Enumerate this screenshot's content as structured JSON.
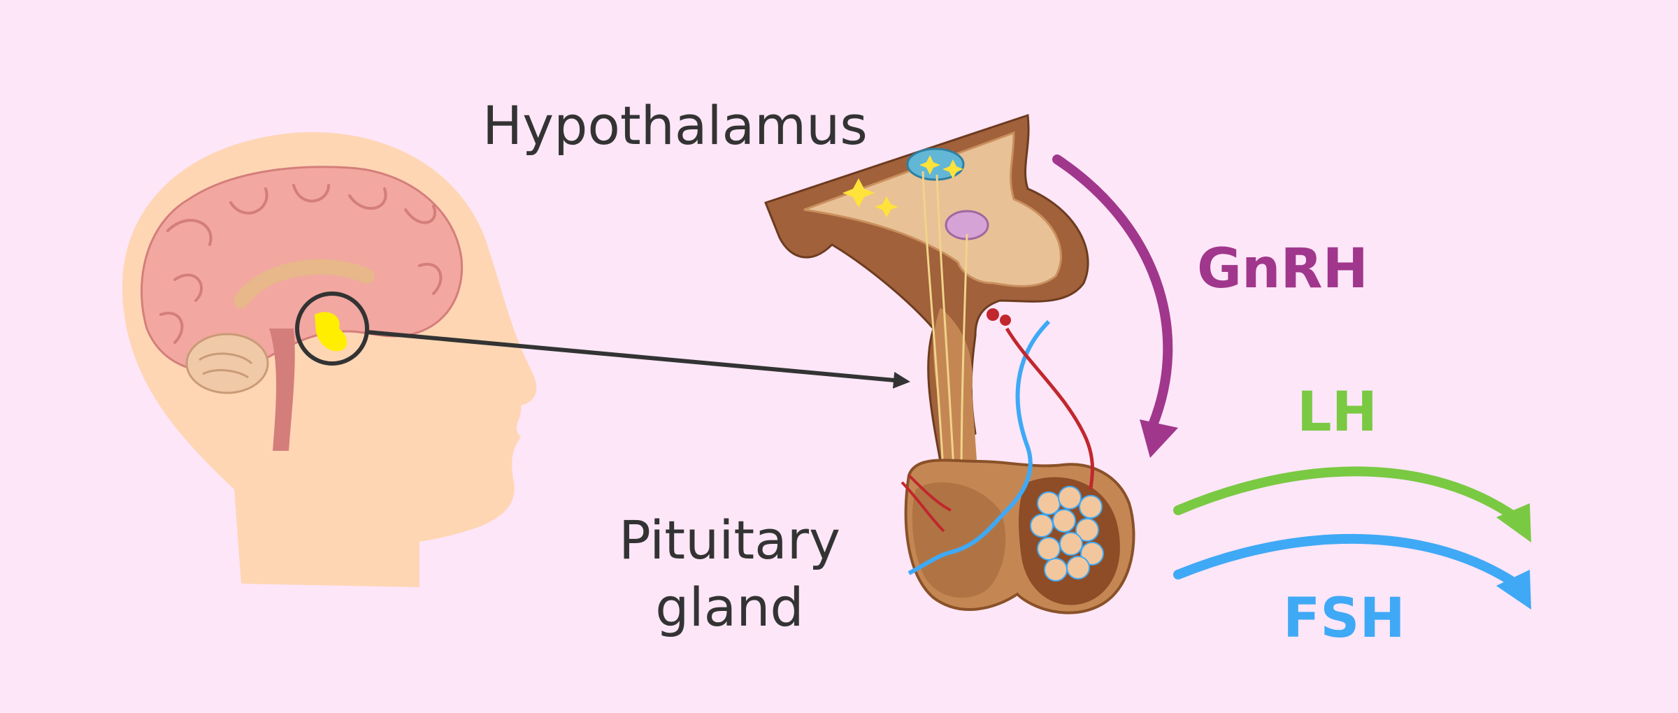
{
  "labels": {
    "hypothalamus": "Hypothalamus",
    "pituitary_line1": "Pituitary",
    "pituitary_line2": "gland",
    "gnrh": "GnRH",
    "lh": "LH",
    "fsh": "FSH"
  },
  "colors": {
    "background": "#fde6f8",
    "gnrh": "#a0378c",
    "lh": "#7ac943",
    "fsh": "#3fa9f5",
    "pointer_arrow": "#333333",
    "highlight": "#ffee00"
  },
  "icons": {
    "head": "human-head-profile-icon",
    "brain": "brain-icon",
    "magnifier": "magnifier-circle-icon",
    "gland": "hypothalamus-pituitary-illustration"
  }
}
